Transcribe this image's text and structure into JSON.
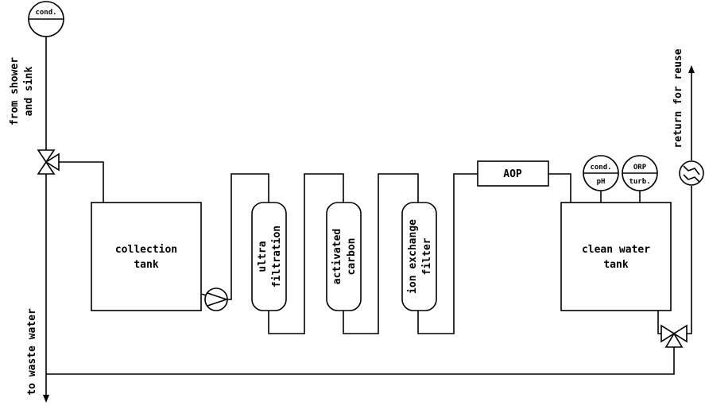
{
  "sensors": {
    "inlet_cond": "cond.",
    "clean_cond": "cond.",
    "clean_ph": "pH",
    "clean_orp": "ORP",
    "clean_turb": "turb."
  },
  "labels": {
    "from_shower_line1": "from shower",
    "from_shower_line2": "and sink",
    "to_waste": "to waste water",
    "return_reuse": "return for reuse"
  },
  "units": {
    "collection_line1": "collection",
    "collection_line2": "tank",
    "uf_line1": "ultra",
    "uf_line2": "filtration",
    "ac_line1": "activated",
    "ac_line2": "carbon",
    "ix_line1": "ion exchange",
    "ix_line2": "filter",
    "aop": "AOP",
    "clean_line1": "clean water",
    "clean_line2": "tank"
  }
}
